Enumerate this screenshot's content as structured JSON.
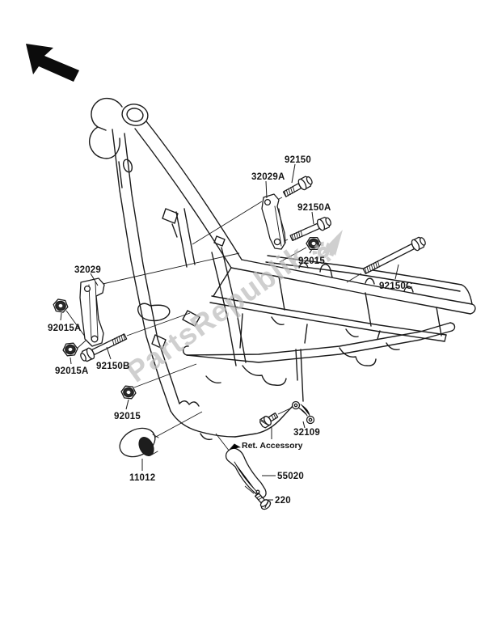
{
  "canvas": {
    "background": "#ffffff",
    "line_color": "#1b1b1b",
    "direction_arrow": "up-left"
  },
  "watermark": {
    "text": "PartsRepublik",
    "color": "#c0c0c0"
  },
  "labels": {
    "bolt_92150": "92150",
    "bracket_32029a": "32029A",
    "bolt_92150a": "92150A",
    "nut_92015_right": "92015",
    "bolt_92150c": "92150C",
    "bracket_32029": "32029",
    "nut_92015a_upper": "92015A",
    "nut_92015a_lower": "92015A",
    "bolt_92150b": "92150B",
    "nut_92015_left": "92015",
    "cap_11012": "11012",
    "guard_55020": "55020",
    "screw_220": "220",
    "stay_32109": "32109",
    "ref_accessory": "Ret. Accessory"
  }
}
